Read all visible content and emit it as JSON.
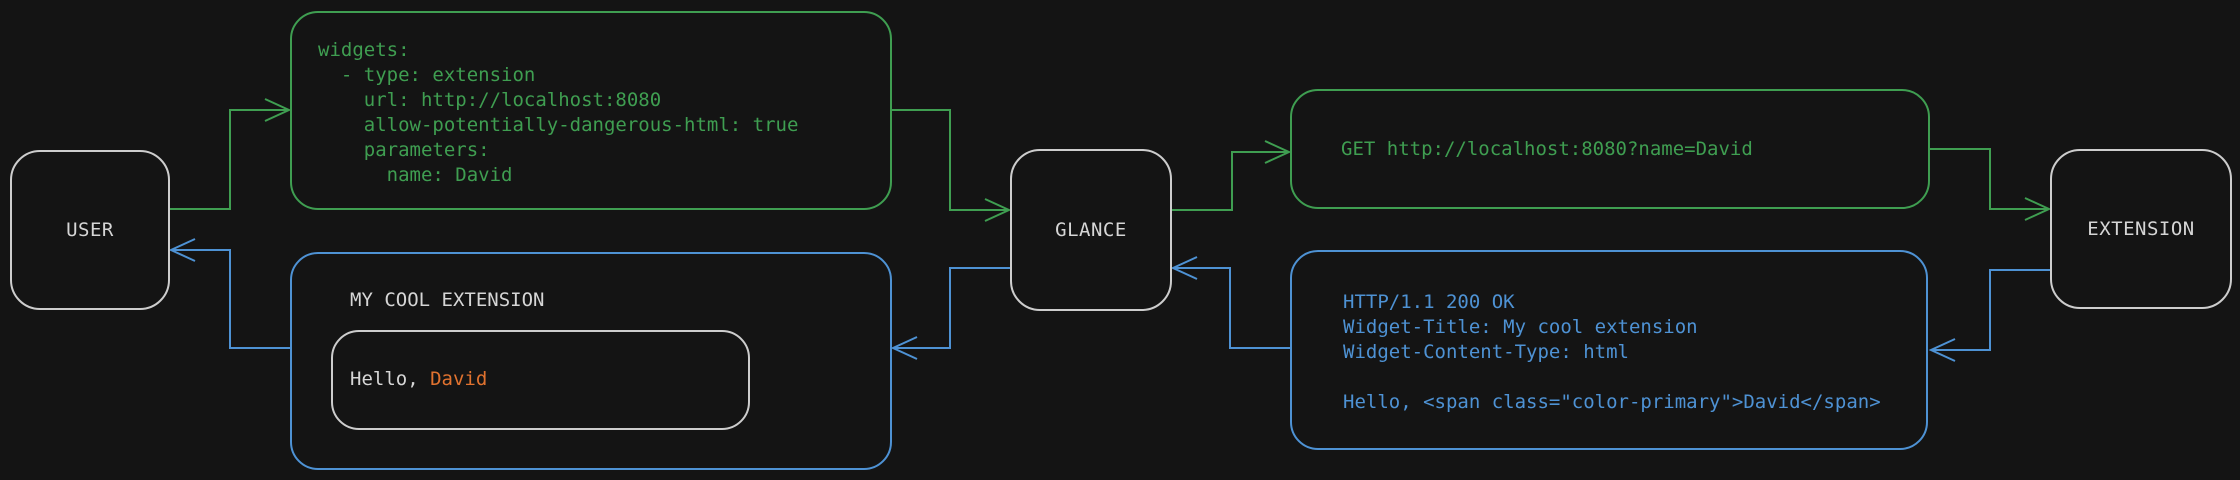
{
  "colors": {
    "bg": "#141414",
    "green": "#3f9e51",
    "blue": "#4e92d4",
    "gray": "#cdcdcd",
    "light": "#d6d6d6",
    "orange": "#e0722f"
  },
  "nodes": {
    "user": "USER",
    "glance": "GLANCE",
    "extension": "EXTENSION"
  },
  "config_box": {
    "code": "widgets:\n  - type: extension\n    url: http://localhost:8080\n    allow-potentially-dangerous-html: true\n    parameters:\n      name: David"
  },
  "request_box": {
    "text": "GET http://localhost:8080?name=David"
  },
  "response_box": {
    "code": "HTTP/1.1 200 OK\nWidget-Title: My cool extension\nWidget-Content-Type: html\n\nHello, <span class=\"color-primary\">David</span>"
  },
  "widget_box": {
    "title": "MY COOL EXTENSION",
    "greeting_prefix": "Hello, ",
    "greeting_name": "David"
  }
}
